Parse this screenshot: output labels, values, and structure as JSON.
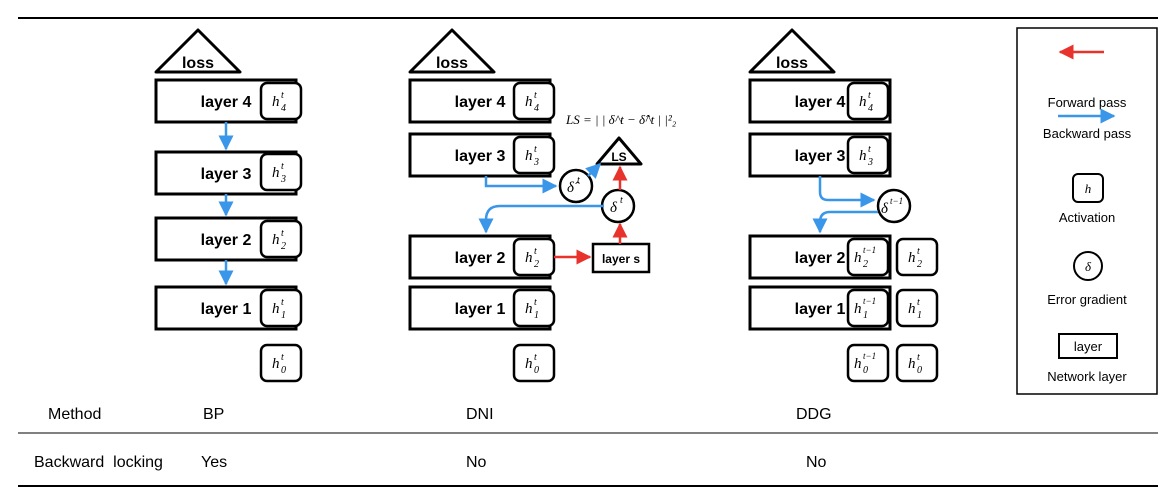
{
  "colors": {
    "forward": "#e8332d",
    "backward": "#3a96e8"
  },
  "loss_label": "loss",
  "bp": {
    "layers": [
      "layer 4",
      "layer 3",
      "layer 2",
      "layer 1"
    ]
  },
  "dni": {
    "layers": [
      "layer 4",
      "layer 3",
      "layer 2",
      "layer 1"
    ],
    "ls_label": "LS",
    "layer_s_label": "layer s",
    "equation": "LS = | | δ^t − δ̂^t | |²₂"
  },
  "ddg": {
    "layers": [
      "layer 4",
      "layer 3",
      "layer 2",
      "layer 1"
    ]
  },
  "legend": {
    "forward": "Forward pass",
    "backward": "Backward pass",
    "activation": "Activation",
    "activation_symbol": "h",
    "error": "Error gradient",
    "error_symbol": "δ",
    "network": "Network layer",
    "network_symbol": "layer"
  },
  "table": {
    "row1": {
      "header": "Method",
      "bp": "BP",
      "dni": "DNI",
      "ddg": "DDG"
    },
    "row2": {
      "header": "Backward  locking",
      "bp": "Yes",
      "dni": "No",
      "ddg": "No"
    }
  }
}
